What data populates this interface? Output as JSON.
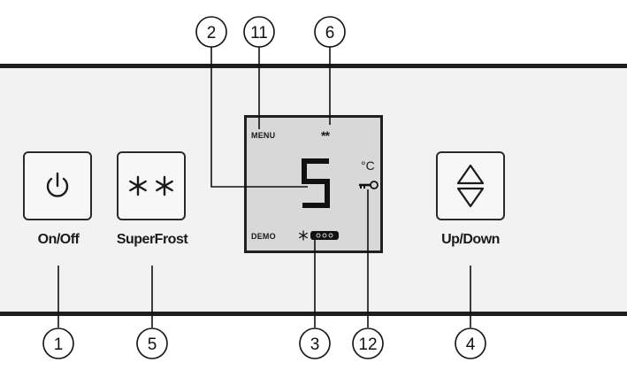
{
  "keys": [
    {
      "id": "onoff",
      "label": "On/Off",
      "icon": "power-icon"
    },
    {
      "id": "superfrost",
      "label": "SuperFrost",
      "icon": "superfrost-stars-icon"
    },
    {
      "id": "updown",
      "label": "Up/Down",
      "icon": "up-down-arrows-icon"
    }
  ],
  "display": {
    "menu": "MENU",
    "demo": "DEMO",
    "stars": "**",
    "digit": "5",
    "unit": "°C"
  },
  "callouts": {
    "onoff": "1",
    "temperature_digit": "2",
    "demo_indicator": "3",
    "updown": "4",
    "superfrost": "5",
    "superfrost_symbol": "6",
    "menu": "11",
    "key_lock": "12"
  },
  "colors": {
    "panel": "#f2f2f2",
    "rail": "#1e1e1e",
    "display_background": "#d8d8d8",
    "ink": "#1a1a1a"
  }
}
